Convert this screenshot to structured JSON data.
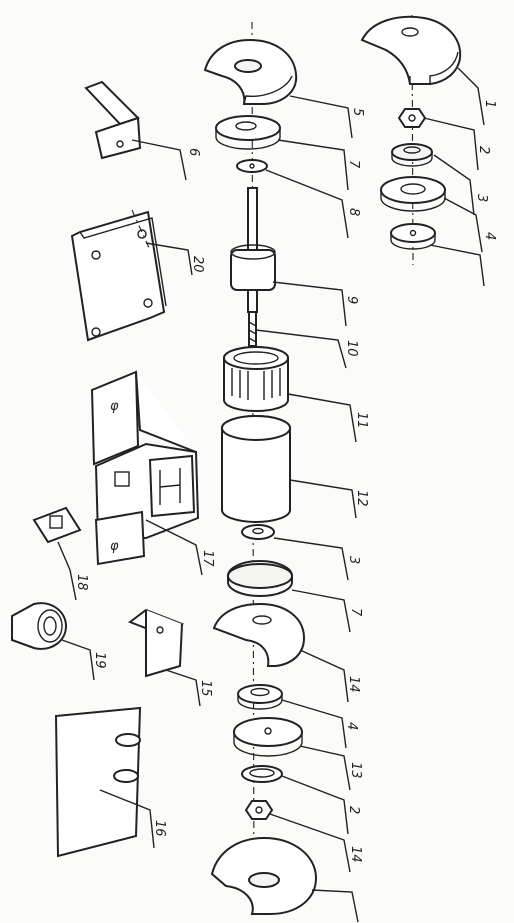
{
  "diagram": {
    "type": "exploded-assembly-drawing",
    "callouts": [
      "1",
      "2",
      "3",
      "4",
      "5",
      "6",
      "7",
      "8",
      "9",
      "10",
      "11",
      "12",
      "3",
      "7",
      "14",
      "4",
      "13",
      "2",
      "14",
      "15",
      "16",
      "17",
      "18",
      "19",
      "20"
    ]
  }
}
